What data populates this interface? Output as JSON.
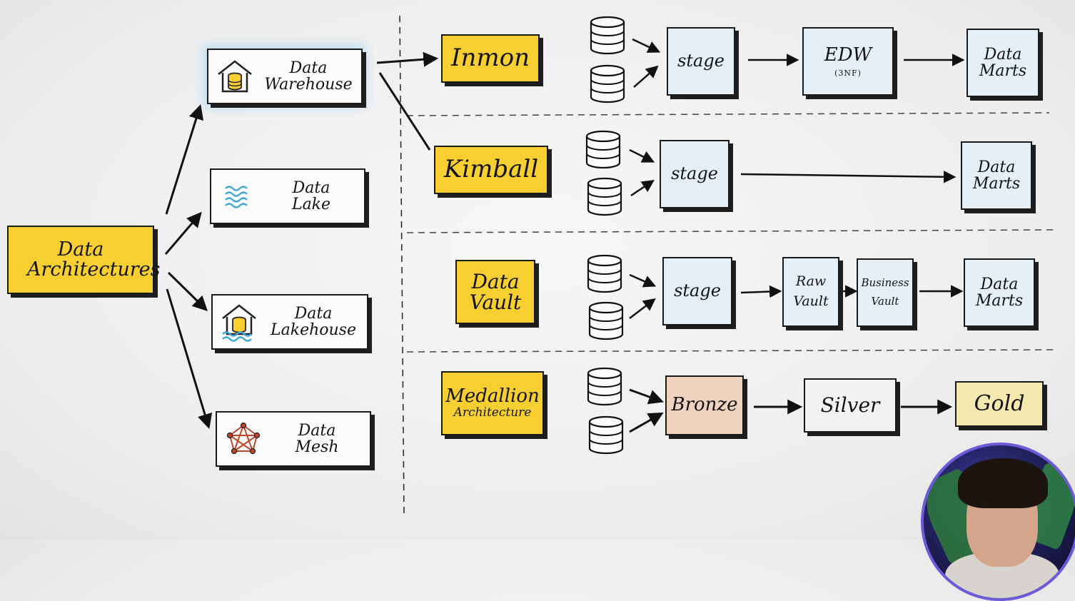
{
  "root": {
    "label": "Data Architectures"
  },
  "architectures": [
    {
      "id": "warehouse",
      "label_line1": "Data",
      "label_line2": "Warehouse",
      "icon": "warehouse-icon"
    },
    {
      "id": "lake",
      "label_line1": "Data",
      "label_line2": "Lake",
      "icon": "water-waves-icon"
    },
    {
      "id": "lakehouse",
      "label_line1": "Data",
      "label_line2": "Lakehouse",
      "icon": "lakehouse-icon"
    },
    {
      "id": "mesh",
      "label_line1": "Data",
      "label_line2": "Mesh",
      "icon": "mesh-network-icon"
    }
  ],
  "approaches": {
    "inmon": {
      "label": "Inmon"
    },
    "kimball": {
      "label": "Kimball"
    },
    "vault": {
      "label_line1": "Data",
      "label_line2": "Vault"
    },
    "medallion": {
      "label_line1": "Medallion",
      "label_line2": "Architecture"
    }
  },
  "flows": {
    "inmon": {
      "stage": "stage",
      "edw": "EDW",
      "edw_sub": "(3NF)",
      "marts_line1": "Data",
      "marts_line2": "Marts"
    },
    "kimball": {
      "stage": "stage",
      "marts_line1": "Data",
      "marts_line2": "Marts"
    },
    "vault": {
      "stage": "stage",
      "raw_line1": "Raw",
      "raw_line2": "Vault",
      "biz_line1": "Business",
      "biz_line2": "Vault",
      "marts_line1": "Data",
      "marts_line2": "Marts"
    },
    "medallion": {
      "bronze": "Bronze",
      "silver": "Silver",
      "gold": "Gold"
    }
  },
  "colors": {
    "yellow": "#f8cf30",
    "stage_blue": "#e4eff7",
    "bronze": "#f0d2c0",
    "gold": "#f6e9b0",
    "water_icon": "#3fa8d6",
    "mesh_icon": "#c0462a"
  }
}
